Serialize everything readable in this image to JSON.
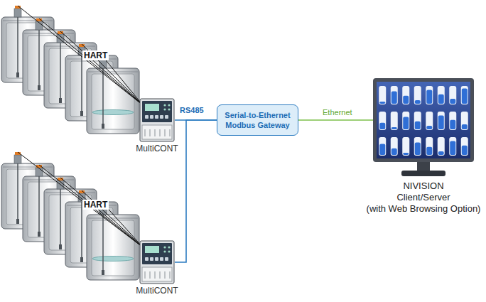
{
  "diagram": {
    "nodes": [
      {
        "text": [
          "MultiCONT"
        ]
      },
      {
        "text": [
          "MultiCONT"
        ]
      },
      {
        "text": [
          "Serial-to-Ethernet Modbus Gateway"
        ]
      },
      {
        "text": [
          "NIVISION",
          "Client/Server",
          "(with Web Browsing Option)"
        ]
      }
    ],
    "edges": [
      {
        "from": 0,
        "to": 2,
        "arrow": "none",
        "label": "RS485"
      },
      {
        "from": 1,
        "to": 2,
        "arrow": "none"
      },
      {
        "from": 2,
        "to": 3,
        "arrow": "none",
        "label": "Ethernet"
      }
    ],
    "labels": [
      "HART",
      "HART"
    ]
  }
}
